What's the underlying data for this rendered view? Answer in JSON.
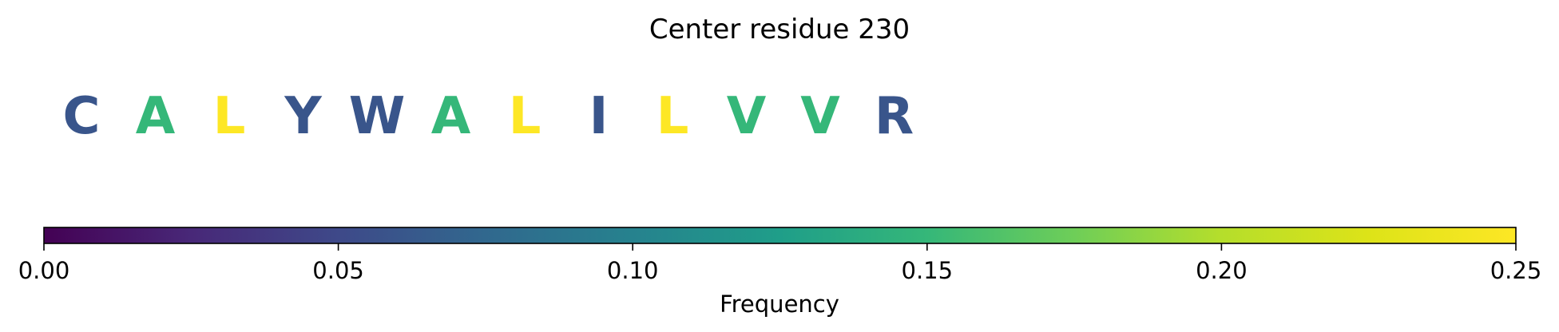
{
  "chart_data": {
    "type": "heatmap",
    "title": "Center residue 230",
    "residues": [
      {
        "letter": "C",
        "frequency": 0.06
      },
      {
        "letter": "A",
        "frequency": 0.15
      },
      {
        "letter": "L",
        "frequency": 0.25
      },
      {
        "letter": "Y",
        "frequency": 0.06
      },
      {
        "letter": "W",
        "frequency": 0.06
      },
      {
        "letter": "A",
        "frequency": 0.15
      },
      {
        "letter": "L",
        "frequency": 0.25
      },
      {
        "letter": "I",
        "frequency": 0.06
      },
      {
        "letter": "L",
        "frequency": 0.25
      },
      {
        "letter": "V",
        "frequency": 0.15
      },
      {
        "letter": "V",
        "frequency": 0.15
      },
      {
        "letter": "R",
        "frequency": 0.06
      }
    ],
    "colorbar": {
      "label": "Frequency",
      "colormap": "viridis",
      "range": [
        0.0,
        0.25
      ],
      "ticks": [
        {
          "value": 0.0,
          "label": "0.00"
        },
        {
          "value": 0.05,
          "label": "0.05"
        },
        {
          "value": 0.1,
          "label": "0.10"
        },
        {
          "value": 0.15,
          "label": "0.15"
        },
        {
          "value": 0.2,
          "label": "0.20"
        },
        {
          "value": 0.25,
          "label": "0.25"
        }
      ],
      "orientation": "horizontal"
    }
  }
}
